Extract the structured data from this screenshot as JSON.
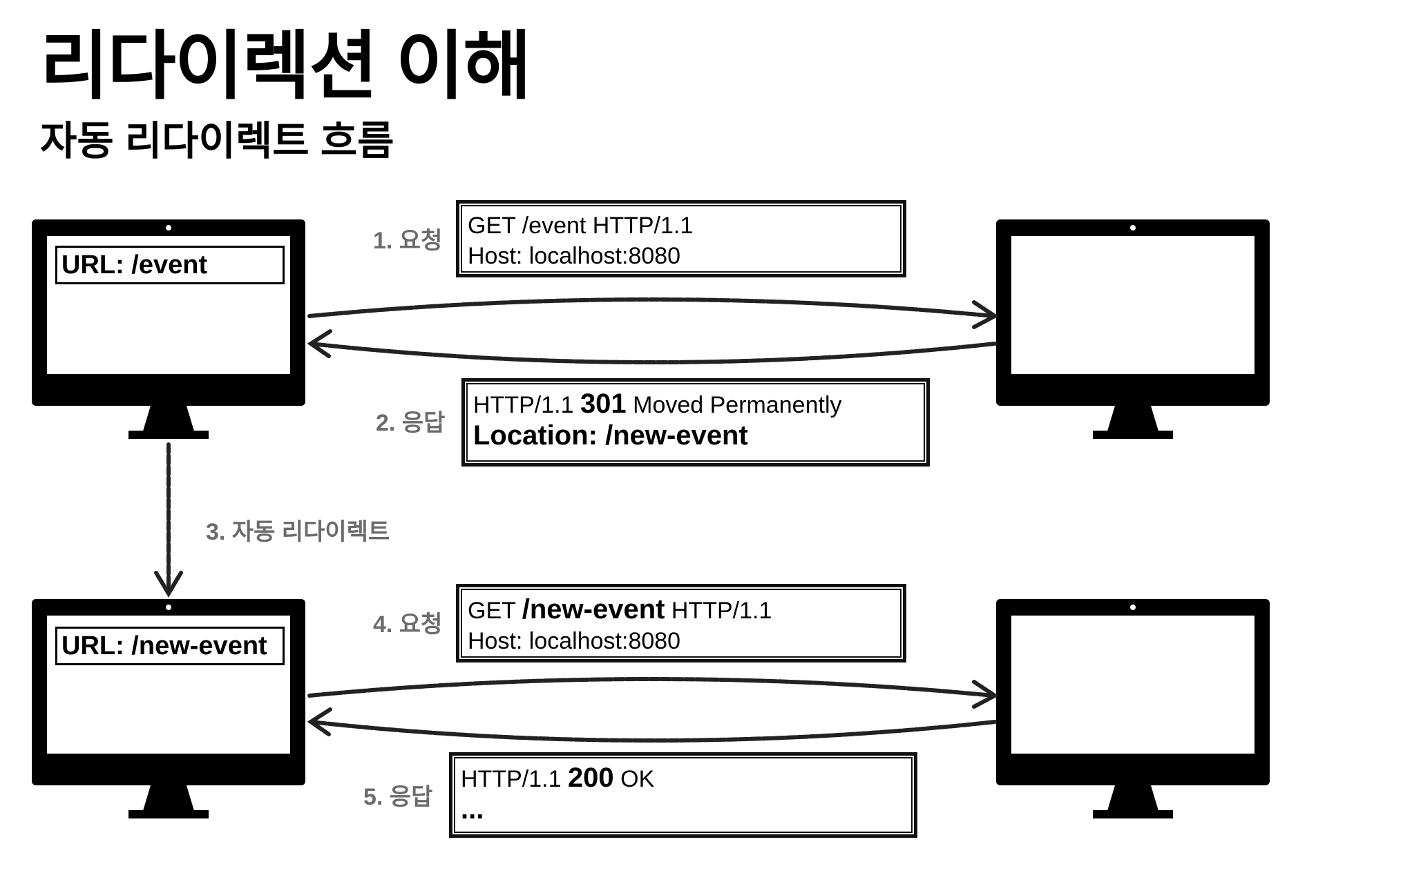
{
  "title": "리다이렉션 이해",
  "subtitle": "자동 리다이렉트 흐름",
  "steps": {
    "s1": "1. 요청",
    "s2": "2. 응답",
    "s3": "3. 자동 리다이렉트",
    "s4": "4. 요청",
    "s5": "5. 응답"
  },
  "client_top": {
    "url": "URL: /event"
  },
  "client_bottom": {
    "url": "URL: /new-event"
  },
  "req1": {
    "line1": "GET /event HTTP/1.1",
    "line2": "Host: localhost:8080"
  },
  "res1": {
    "line1_pre": "HTTP/1.1 ",
    "line1_code": "301",
    "line1_post": " Moved Permanently",
    "line2": "Location: /new-event"
  },
  "req2": {
    "line1_pre": "GET ",
    "line1_path": "/new-event",
    "line1_post": " HTTP/1.1",
    "line2": "Host: localhost:8080"
  },
  "res2": {
    "line1_pre": "HTTP/1.1 ",
    "line1_code": "200",
    "line1_post": " OK",
    "line2": "..."
  }
}
